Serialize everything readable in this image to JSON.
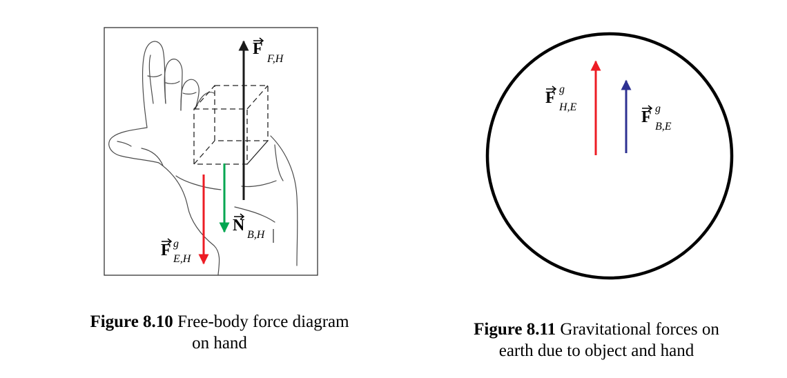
{
  "figures": [
    {
      "number": "Figure 8.10",
      "caption_text": " Free-body force diagram on hand",
      "vectors": [
        {
          "symbol": "F",
          "superscript": "",
          "subscript": "F,H",
          "color": "#1a1a1a"
        },
        {
          "symbol": "N",
          "superscript": "",
          "subscript": "B,H",
          "color": "#00a650"
        },
        {
          "symbol": "F",
          "superscript": "g",
          "subscript": "E,H",
          "color": "#ed1c24"
        }
      ]
    },
    {
      "number": "Figure 8.11",
      "caption_text": " Gravitational forces on earth due to object and hand",
      "vectors": [
        {
          "symbol": "F",
          "superscript": "g",
          "subscript": "H,E",
          "color": "#ed1c24"
        },
        {
          "symbol": "F",
          "superscript": "g",
          "subscript": "B,E",
          "color": "#2e3192"
        }
      ]
    }
  ]
}
